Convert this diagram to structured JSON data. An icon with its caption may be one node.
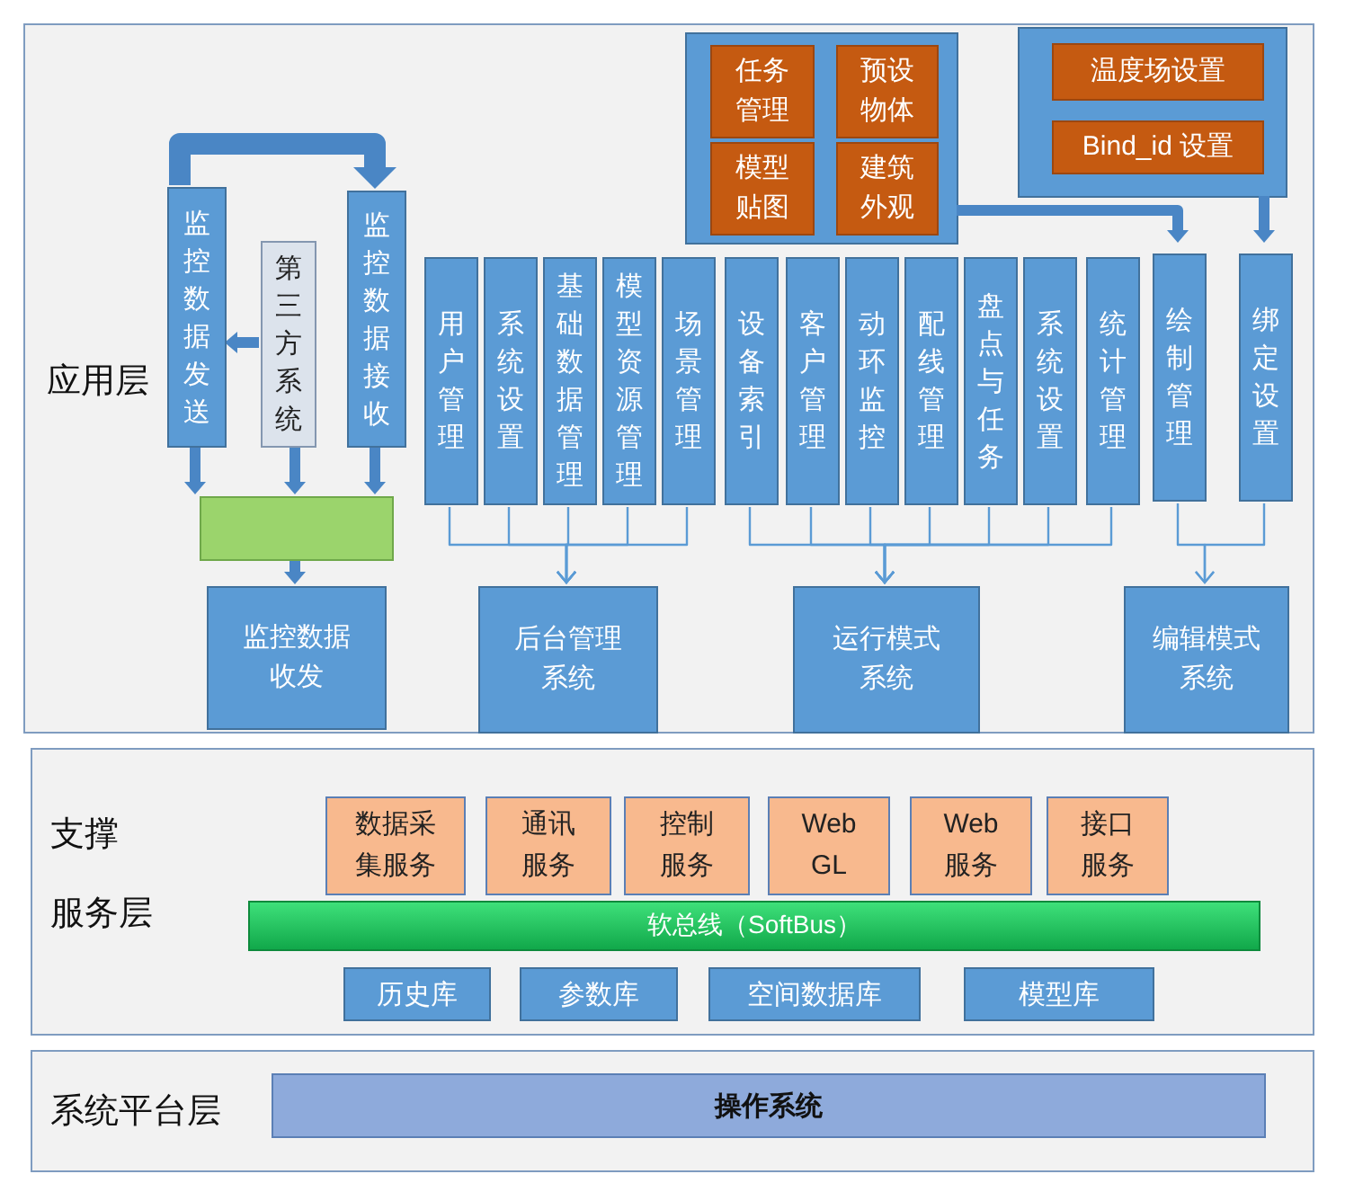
{
  "diagram": {
    "nodes": [
      {
        "text": [
          "应用层"
        ]
      },
      {
        "text": [
          "监控数据发送"
        ],
        "in": 0
      },
      {
        "text": [
          "第三方系统"
        ],
        "in": 0
      },
      {
        "text": [
          "监控数据接收"
        ],
        "in": 0
      },
      {
        "text": [],
        "shape": "box",
        "in": 0
      },
      {
        "text": [
          "监控数据收发"
        ],
        "in": 0
      },
      {
        "text": [
          "用户管理"
        ],
        "in": 0
      },
      {
        "text": [
          "系统设置"
        ],
        "in": 0
      },
      {
        "text": [
          "基础数据管理"
        ],
        "in": 0
      },
      {
        "text": [
          "模型资源管理"
        ],
        "in": 0
      },
      {
        "text": [
          "场景管理"
        ],
        "in": 0
      },
      {
        "text": [
          "设备索引"
        ],
        "in": 0
      },
      {
        "text": [
          "客户管理"
        ],
        "in": 0
      },
      {
        "text": [
          "动环监控"
        ],
        "in": 0
      },
      {
        "text": [
          "配线管理"
        ],
        "in": 0
      },
      {
        "text": [
          "盘点与任务"
        ],
        "in": 0
      },
      {
        "text": [
          "系统设置"
        ],
        "in": 0
      },
      {
        "text": [
          "统计管理"
        ],
        "in": 0
      },
      {
        "text": [
          "绘制管理"
        ],
        "in": 0
      },
      {
        "text": [
          "绑定设置"
        ],
        "in": 0
      },
      {
        "text": [
          "后台管理系统"
        ],
        "in": 0
      },
      {
        "text": [
          "运行模式系统"
        ],
        "in": 0
      },
      {
        "text": [
          "编辑模式系统"
        ],
        "in": 0
      },
      {
        "text": [],
        "shape": "box",
        "in": 0
      },
      {
        "text": [
          "任务管理"
        ],
        "in": 23
      },
      {
        "text": [
          "预设物体"
        ],
        "in": 23
      },
      {
        "text": [
          "模型贴图"
        ],
        "in": 23
      },
      {
        "text": [
          "建筑外观"
        ],
        "in": 23
      },
      {
        "text": [],
        "shape": "box",
        "in": 0
      },
      {
        "text": [
          "温度场设置"
        ],
        "in": 28
      },
      {
        "text": [
          "Bind_id 设置"
        ],
        "in": 28
      },
      {
        "text": [
          "支撑服务层"
        ]
      },
      {
        "text": [
          "数据采集服务"
        ],
        "in": 31
      },
      {
        "text": [
          "通讯服务"
        ],
        "in": 31
      },
      {
        "text": [
          "控制服务"
        ],
        "in": 31
      },
      {
        "text": [
          "Web GL"
        ],
        "in": 31
      },
      {
        "text": [
          "Web服务"
        ],
        "in": 31
      },
      {
        "text": [
          "接口服务"
        ],
        "in": 31
      },
      {
        "text": [
          "软总线（SoftBus）"
        ],
        "in": 31
      },
      {
        "text": [
          "历史库"
        ],
        "in": 31
      },
      {
        "text": [
          "参数库"
        ],
        "in": 31
      },
      {
        "text": [
          "空间数据库"
        ],
        "in": 31
      },
      {
        "text": [
          "模型库"
        ],
        "in": 31
      },
      {
        "text": [
          "系统平台层"
        ]
      },
      {
        "text": [
          "操作系统"
        ],
        "in": 43
      }
    ],
    "edges": [
      {
        "from": 1,
        "to": 3,
        "arrow": "to",
        "style": "thick"
      },
      {
        "from": 2,
        "to": 1,
        "arrow": "to",
        "style": "thick"
      },
      {
        "from": 1,
        "to": 4,
        "arrow": "to",
        "style": "thick"
      },
      {
        "from": 2,
        "to": 4,
        "arrow": "to",
        "style": "thick"
      },
      {
        "from": 3,
        "to": 4,
        "arrow": "to",
        "style": "thick"
      },
      {
        "from": 4,
        "to": 5,
        "arrow": "to",
        "style": "thick"
      },
      {
        "from": 6,
        "to": 20,
        "arrow": "to"
      },
      {
        "from": 7,
        "to": 20,
        "arrow": "to"
      },
      {
        "from": 8,
        "to": 20,
        "arrow": "to"
      },
      {
        "from": 9,
        "to": 20,
        "arrow": "to"
      },
      {
        "from": 10,
        "to": 20,
        "arrow": "to"
      },
      {
        "from": 11,
        "to": 21,
        "arrow": "to"
      },
      {
        "from": 12,
        "to": 21,
        "arrow": "to"
      },
      {
        "from": 13,
        "to": 21,
        "arrow": "to"
      },
      {
        "from": 14,
        "to": 21,
        "arrow": "to"
      },
      {
        "from": 15,
        "to": 21,
        "arrow": "to"
      },
      {
        "from": 16,
        "to": 21,
        "arrow": "to"
      },
      {
        "from": 17,
        "to": 21,
        "arrow": "to"
      },
      {
        "from": 18,
        "to": 22,
        "arrow": "to"
      },
      {
        "from": 19,
        "to": 22,
        "arrow": "to"
      },
      {
        "from": 23,
        "to": 18,
        "arrow": "to",
        "style": "thick"
      },
      {
        "from": 28,
        "to": 19,
        "arrow": "to",
        "style": "thick"
      }
    ]
  }
}
